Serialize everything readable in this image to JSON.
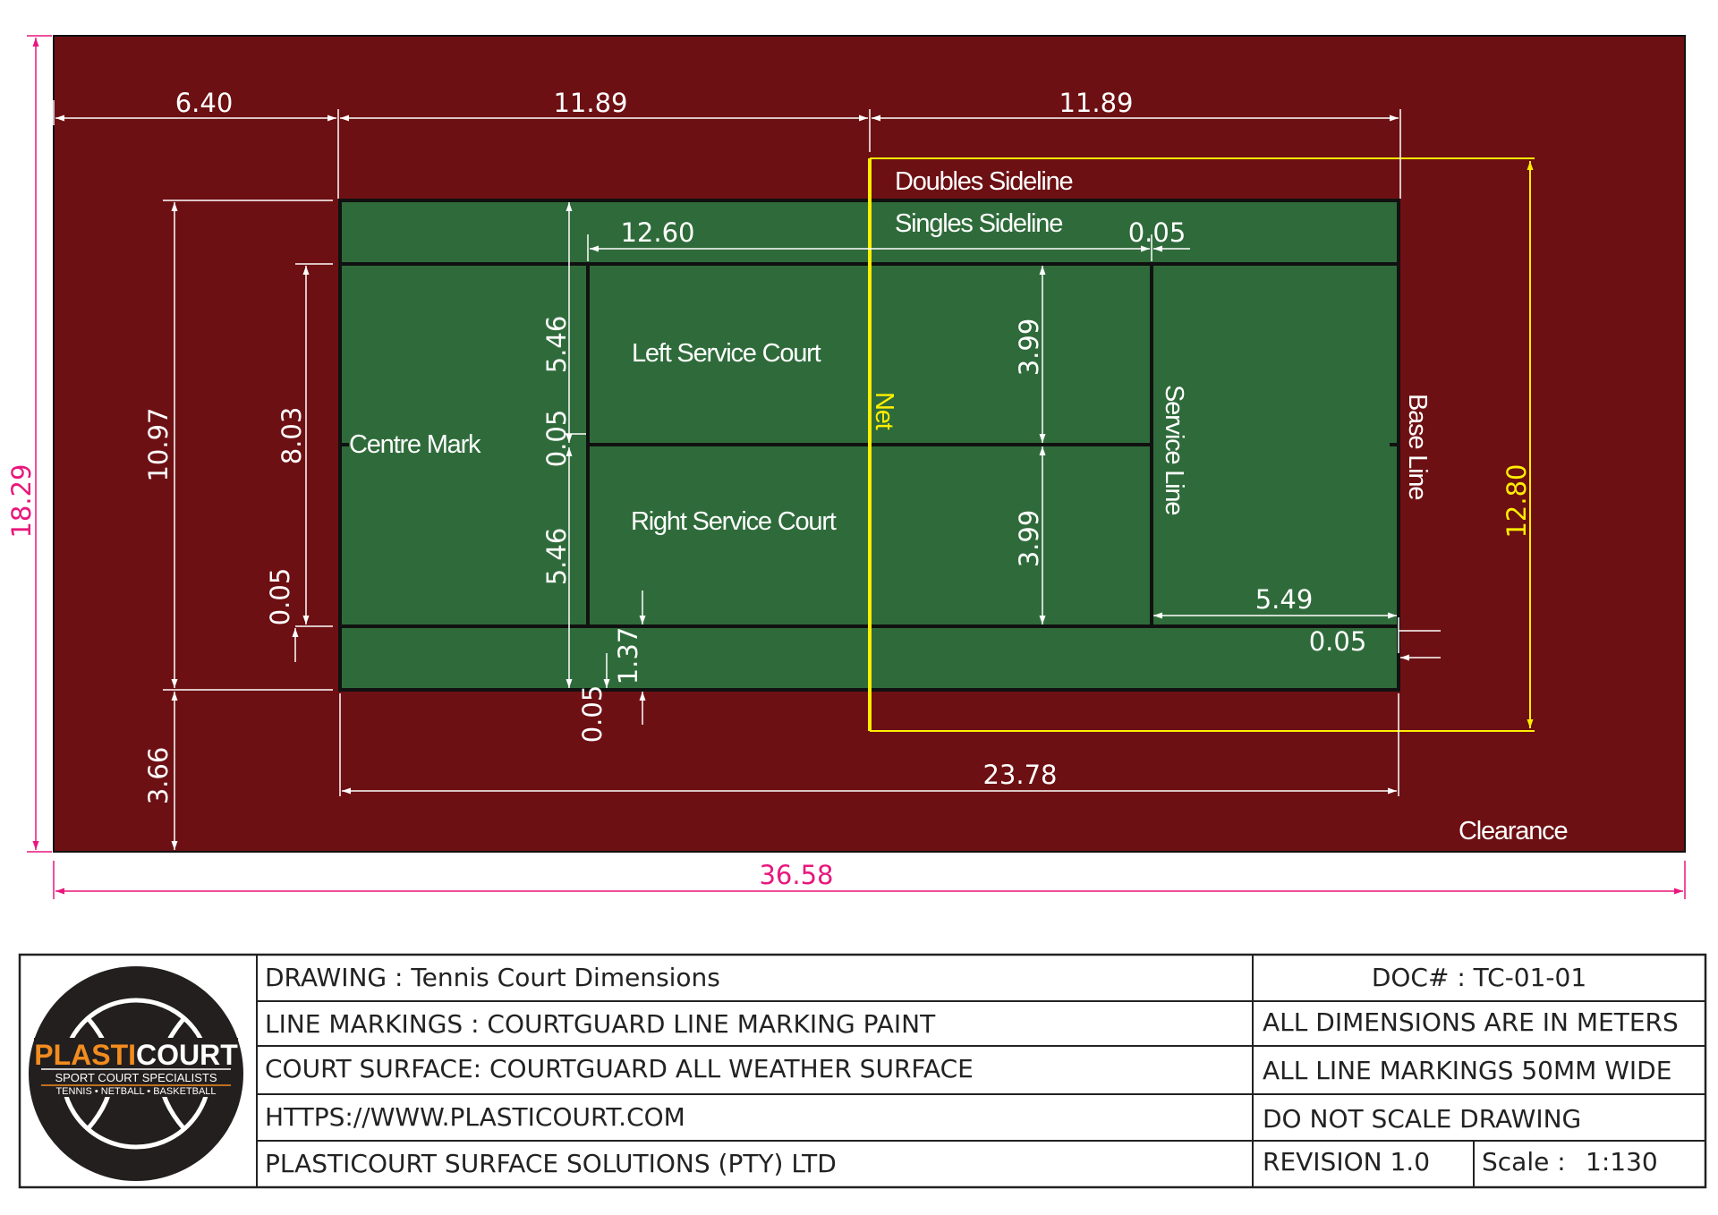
{
  "dimensions": {
    "d_640": "6.40",
    "d_1189_left": "11.89",
    "d_1189_right": "11.89",
    "d_1260": "12.60",
    "d_005_top": "0.05",
    "d_546_top": "5.46",
    "d_005_mid": "0.05",
    "d_546_bottom": "5.46",
    "d_399_top": "3.99",
    "d_399_bottom": "3.99",
    "d_1097": "10.97",
    "d_803": "8.03",
    "d_005_left": "0.05",
    "d_137": "1.37",
    "d_005_lower": "0.05",
    "d_549": "5.49",
    "d_005_right": "0.05",
    "d_2378": "23.78",
    "d_366": "3.66",
    "d_1829": "18.29",
    "d_3658": "36.58",
    "d_1280": "12.80"
  },
  "labels": {
    "doubles_sideline": "Doubles Sideline",
    "singles_sideline": "Singles Sideline",
    "left_service_court": "Left Service Court",
    "right_service_court": "Right Service Court",
    "centre_mark": "Centre Mark",
    "net": "Net",
    "service_line": "Service Line",
    "base_line": "Base Line",
    "clearance": "Clearance"
  },
  "title_block": {
    "drawing": "DRAWING :  Tennis Court Dimensions",
    "line_markings": "LINE MARKINGS  : COURTGUARD LINE MARKING PAINT",
    "court_surface": "COURT SURFACE: COURTGUARD ALL WEATHER SURFACE",
    "website": "HTTPS://WWW.PLASTICOURT.COM",
    "company": "PLASTICOURT SURFACE SOLUTIONS (PTY) LTD",
    "doc_number": "DOC# : TC-01-01",
    "units_note": "ALL DIMENSIONS ARE IN METERS",
    "line_width_note": "ALL LINE MARKINGS 50MM WIDE",
    "scale_note": "DO NOT SCALE DRAWING",
    "revision": "REVISION 1.0",
    "scale_label": "Scale :",
    "scale_value": "1:130"
  },
  "logo": {
    "brand_part1": "PLASTI",
    "brand_part2": "COURT",
    "tagline": "SPORT COURT SPECIALISTS",
    "sports": "TENNIS • NETBALL • BASKETBALL"
  },
  "colors": {
    "clearance": "#6d1013",
    "court": "#2f6b3a",
    "dimension_pink": "#e8177c",
    "net_yellow": "#ffee00",
    "logo_orange": "#f28c1e"
  }
}
